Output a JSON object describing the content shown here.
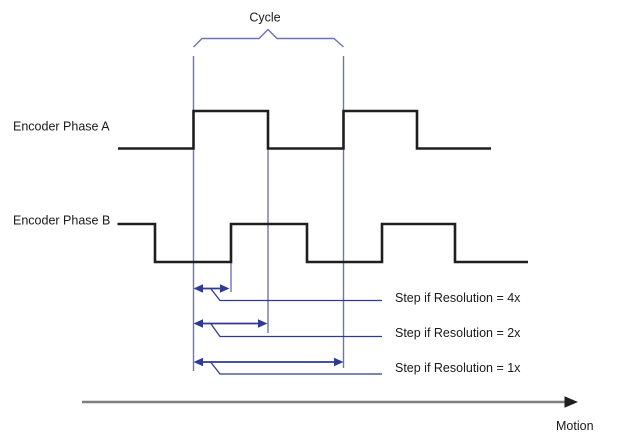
{
  "labels": {
    "cycle": "Cycle",
    "motion": "Motion"
  },
  "signals": [
    {
      "label": "Encoder Phase A"
    },
    {
      "label": "Encoder Phase B"
    }
  ],
  "steps": [
    {
      "label": "Step if Resolution = 4x"
    },
    {
      "label": "Step if Resolution = 2x"
    },
    {
      "label": "Step if Resolution = 1x"
    }
  ],
  "colors": {
    "waveform": "#1f1f1f",
    "guide": "#6b75b8",
    "arrow": "#2e3a94",
    "motion_line": "#7f7f7f",
    "text": "#1a1a1a",
    "background": "#ffffff"
  }
}
